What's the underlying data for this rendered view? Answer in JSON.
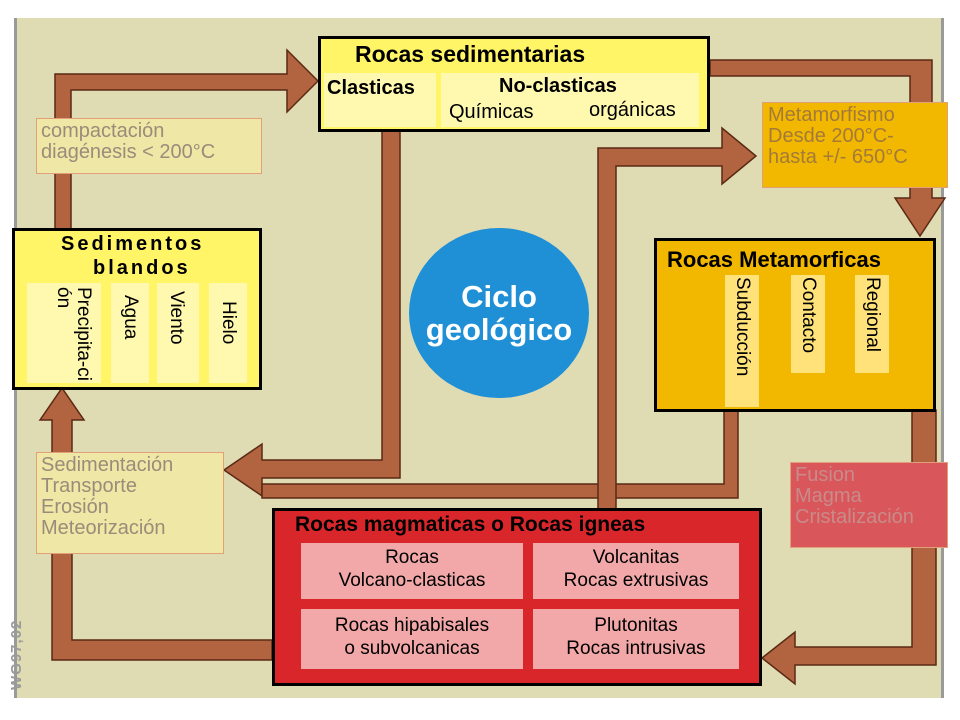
{
  "center": {
    "line1": "Ciclo",
    "line2": "geológico"
  },
  "sedimentarias": {
    "title": "Rocas sedimentarias",
    "clasticas": "Clasticas",
    "no_clasticas": "No-clasticas",
    "quimicas": "Químicas",
    "organicas": "orgánicas"
  },
  "sedimentos": {
    "title_line1": "Sedimentos",
    "title_line2": "blandos",
    "columns": [
      "Precipita-ción",
      "Agua",
      "Viento",
      "Hielo"
    ]
  },
  "metamorficas": {
    "title": "Rocas Metamorficas",
    "columns": [
      "Subducción",
      "Contacto",
      "Regional"
    ]
  },
  "magmaticas": {
    "title": "Rocas magmaticas o Rocas igneas",
    "cells": [
      {
        "line1": "Rocas",
        "line2": "Volcano-clasticas"
      },
      {
        "line1": "Volcanitas",
        "line2": "Rocas extrusivas"
      },
      {
        "line1": "Rocas hipabisales",
        "line2": "o subvolcanicas"
      },
      {
        "line1": "Plutonitas",
        "line2": "Rocas intrusivas"
      }
    ]
  },
  "labels": {
    "compactacion": [
      "compactación",
      "diagénesis < 200°C"
    ],
    "metamorfismo": [
      "Metamorfismo",
      "Desde 200°C-",
      "hasta +/- 650°C"
    ],
    "sedimentacion": [
      "Sedimentación",
      "Transporte",
      "Erosión",
      "Meteorización"
    ],
    "fusion": [
      "Fusion",
      "Magma",
      "Cristalización"
    ]
  },
  "signature": "WG97,02",
  "colors": {
    "background": "#dfdcb4",
    "arrow": "#b2633f",
    "sed_box": "#fff566",
    "meta_box": "#f2b800",
    "mag_box": "#d9262a",
    "mag_cell": "#f2a8a8",
    "circle": "#1f8fd6"
  }
}
